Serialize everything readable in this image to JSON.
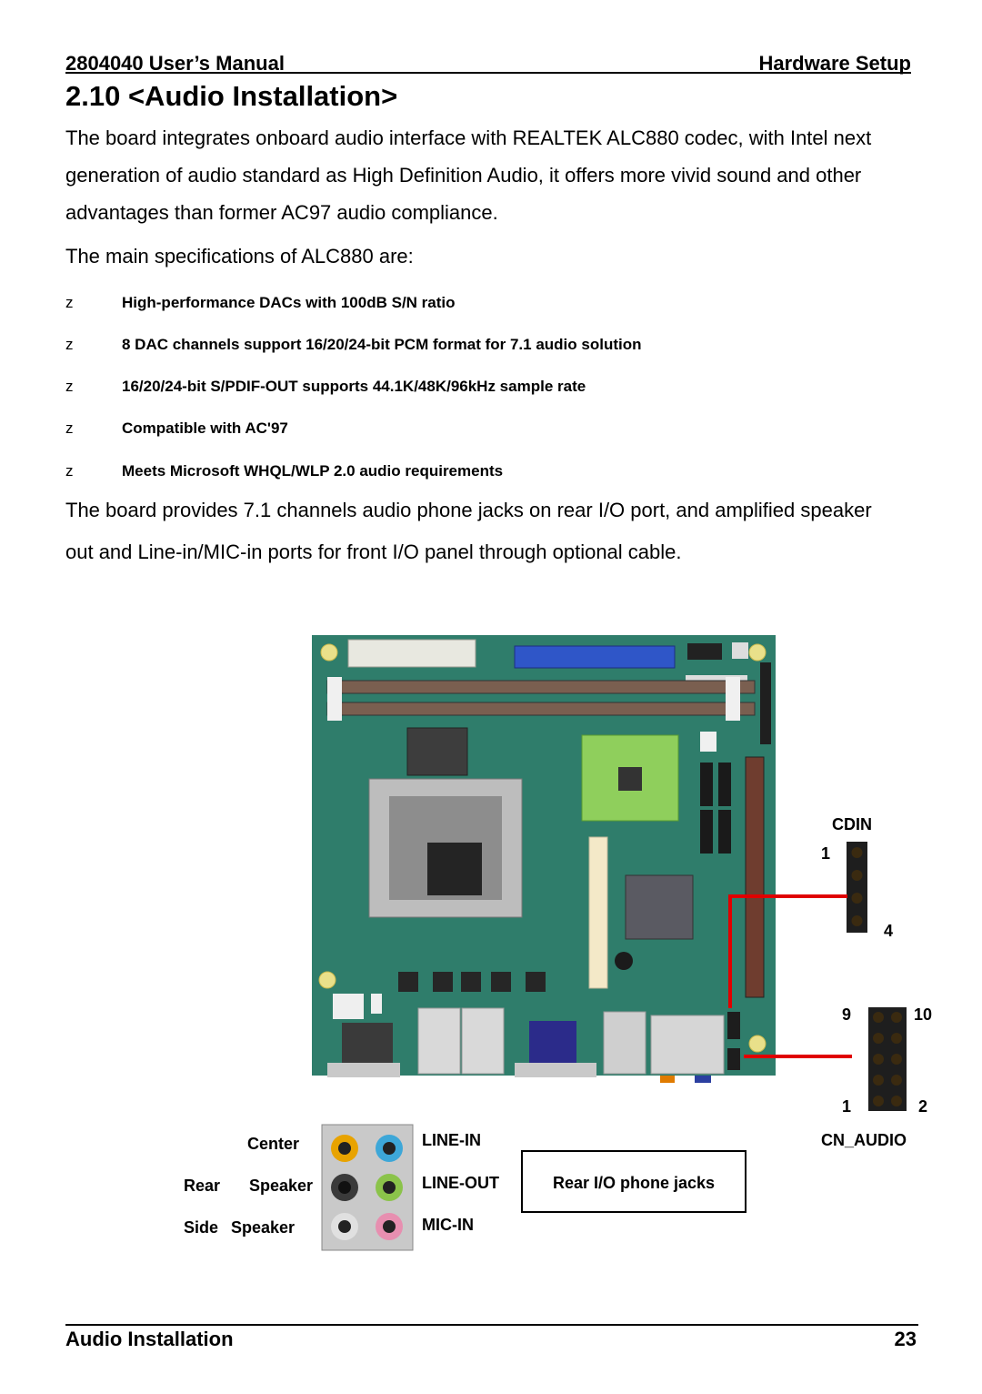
{
  "header": {
    "left": "2804040 User’s Manual",
    "right": "Hardware Setup"
  },
  "section_title": "2.10 <Audio Installation>",
  "intro": [
    "The board integrates onboard audio interface with REALTEK ALC880 codec, with Intel next",
    "generation of audio standard as High Definition Audio, it offers more vivid sound and other",
    "advantages than former AC97 audio compliance."
  ],
  "spec_intro": "The main specifications of ALC880 are:",
  "bullet_marker": "z",
  "specs": [
    "High-performance DACs with 100dB S/N ratio",
    "8 DAC channels support 16/20/24-bit PCM format for 7.1 audio solution",
    "16/20/24-bit S/PDIF-OUT supports 44.1K/48K/96kHz sample rate",
    "Compatible with AC'97",
    "Meets Microsoft WHQL/WLP 2.0 audio requirements"
  ],
  "outro": [
    "The board provides 7.1 channels audio phone jacks on rear I/O port, and amplified speaker",
    "out and Line-in/MIC-in ports for front I/O panel through optional cable."
  ],
  "figure": {
    "cdin": {
      "title": "CDIN",
      "pin_first": "1",
      "pin_last": "4"
    },
    "cn_audio": {
      "title": "CN_AUDIO",
      "pin_tl": "9",
      "pin_tr": "10",
      "pin_bl": "1",
      "pin_br": "2"
    },
    "jack_labels_left": {
      "center": "Center",
      "rear": "Rear",
      "speaker": "Speaker",
      "side": "Side",
      "side_speaker": "Speaker"
    },
    "jack_labels_right": {
      "line_in": "LINE-IN",
      "line_out": "LINE-OUT",
      "mic_in": "MIC-IN"
    },
    "callout": "Rear I/O phone jacks",
    "colors": {
      "board": "#2f7d6b",
      "leader": "#e00000",
      "jack_orange": "#e8a300",
      "jack_blue": "#3da7d8",
      "jack_green": "#8bc34a",
      "jack_pink": "#e78fb0"
    }
  },
  "footer": {
    "left": "Audio Installation",
    "right": "23"
  }
}
